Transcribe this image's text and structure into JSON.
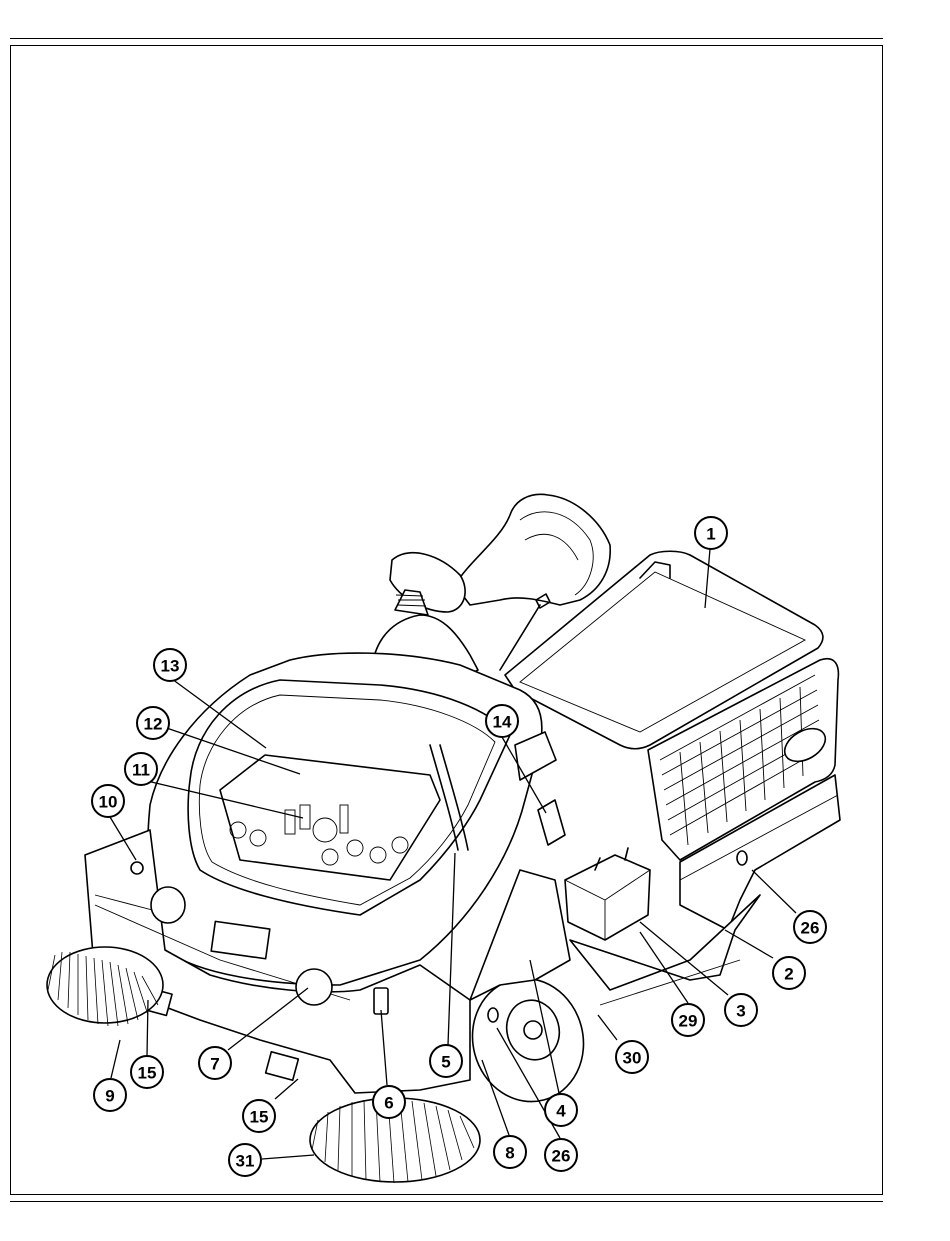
{
  "diagram": {
    "callouts": [
      {
        "id": "c1",
        "label": "1"
      },
      {
        "id": "c2",
        "label": "2"
      },
      {
        "id": "c3",
        "label": "3"
      },
      {
        "id": "c4",
        "label": "4"
      },
      {
        "id": "c5",
        "label": "5"
      },
      {
        "id": "c6",
        "label": "6"
      },
      {
        "id": "c7",
        "label": "7"
      },
      {
        "id": "c8",
        "label": "8"
      },
      {
        "id": "c9",
        "label": "9"
      },
      {
        "id": "c10",
        "label": "10"
      },
      {
        "id": "c11",
        "label": "11"
      },
      {
        "id": "c12",
        "label": "12"
      },
      {
        "id": "c13",
        "label": "13"
      },
      {
        "id": "c14",
        "label": "14"
      },
      {
        "id": "c15a",
        "label": "15"
      },
      {
        "id": "c15b",
        "label": "15"
      },
      {
        "id": "c26a",
        "label": "26"
      },
      {
        "id": "c26b",
        "label": "26"
      },
      {
        "id": "c29",
        "label": "29"
      },
      {
        "id": "c30",
        "label": "30"
      },
      {
        "id": "c31",
        "label": "31"
      }
    ]
  }
}
